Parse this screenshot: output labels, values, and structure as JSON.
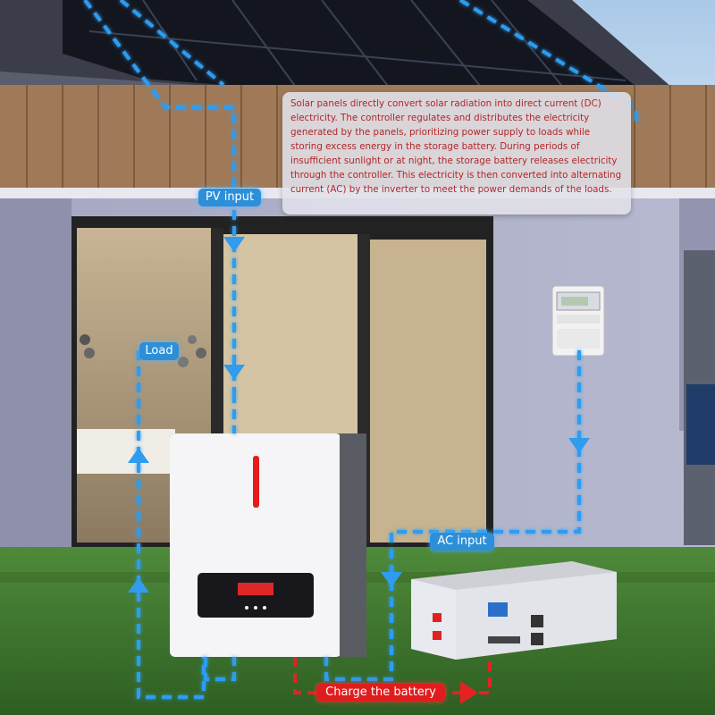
{
  "description": "Solar panels directly convert solar radiation into direct current (DC) electricity. The controller regulates and distributes the electricity generated by the panels, prioritizing power supply to loads while storing excess energy in the storage battery. During periods of insufficient sunlight or at night, the storage battery releases electricity through the controller. This electricity is then converted into alternating current (AC) by the inverter to meet the power demands of the loads.",
  "labels": {
    "pv_input": "PV input",
    "load": "Load",
    "ac_input": "AC input",
    "charge_battery": "Charge the battery"
  },
  "colors": {
    "flow_blue": "#2f9cf0",
    "flow_red": "#e42222",
    "label_blue": "#2d8fd8",
    "label_red": "#e01d1d",
    "description_text": "#b0272a"
  }
}
